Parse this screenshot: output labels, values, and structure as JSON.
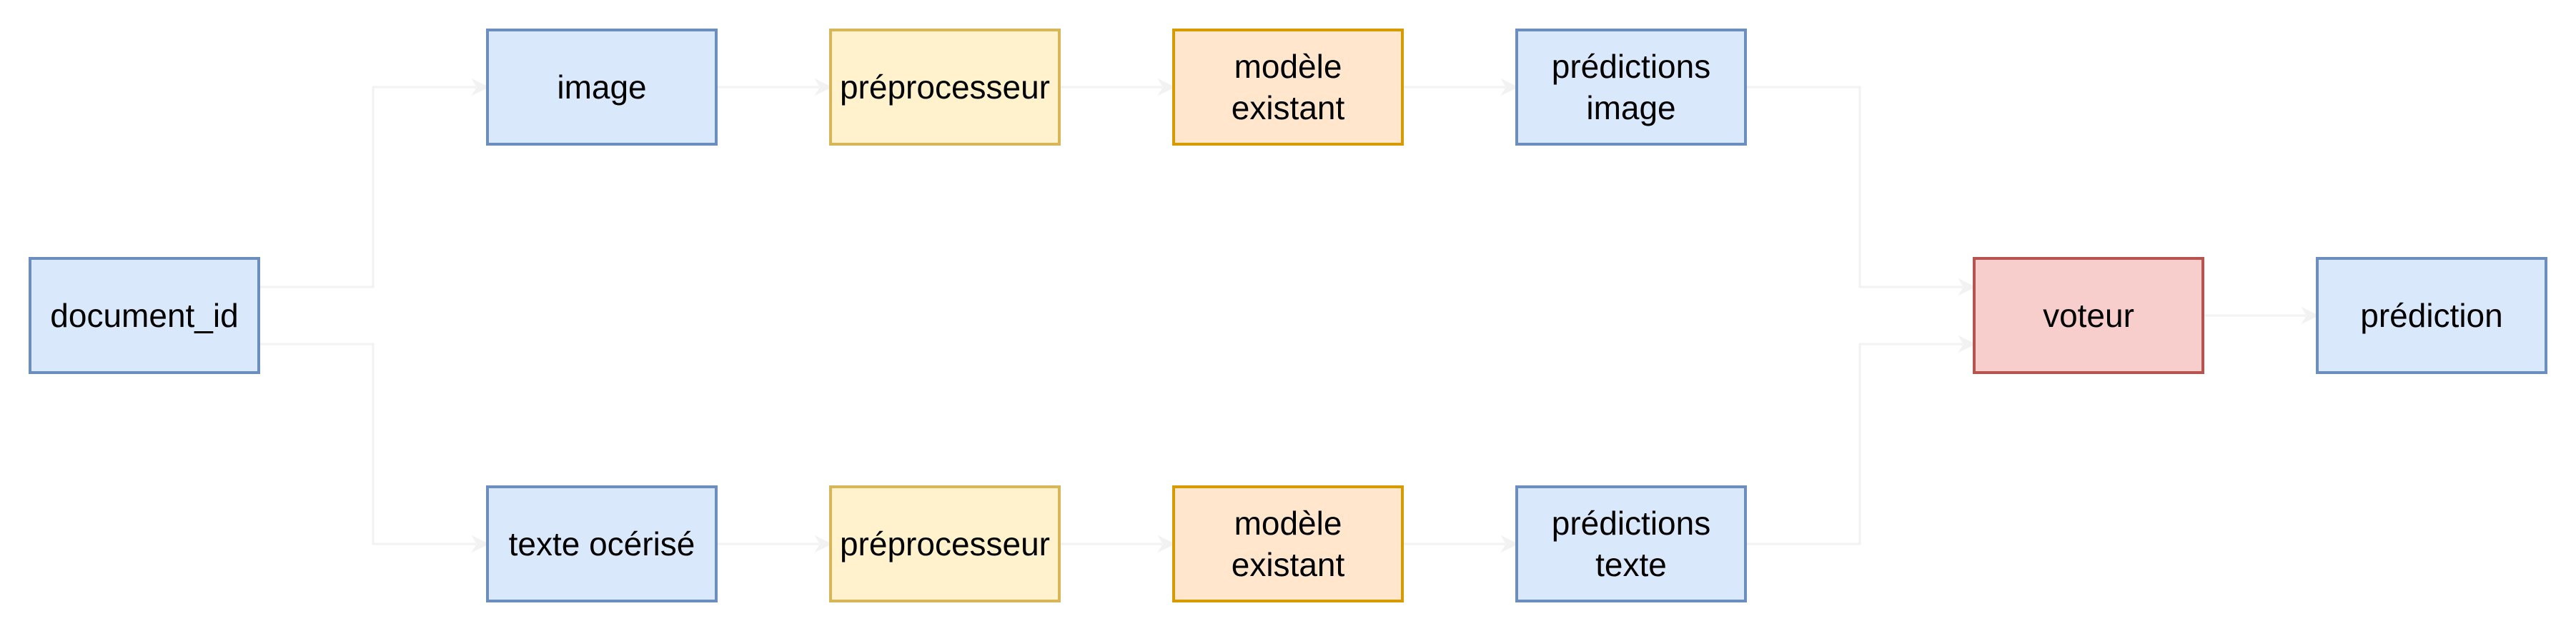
{
  "nodes": [
    {
      "id": "document_id",
      "lines": [
        "document_id"
      ],
      "style": "blue"
    },
    {
      "id": "image",
      "lines": [
        "image"
      ],
      "style": "blue"
    },
    {
      "id": "preproc_img",
      "lines": [
        "préprocesseur"
      ],
      "style": "yellow"
    },
    {
      "id": "model_img",
      "lines": [
        "modèle",
        "existant"
      ],
      "style": "orange"
    },
    {
      "id": "pred_img",
      "lines": [
        "prédictions",
        "image"
      ],
      "style": "blue"
    },
    {
      "id": "texte",
      "lines": [
        "texte océrisé"
      ],
      "style": "blue"
    },
    {
      "id": "preproc_txt",
      "lines": [
        "préprocesseur"
      ],
      "style": "yellow"
    },
    {
      "id": "model_txt",
      "lines": [
        "modèle",
        "existant"
      ],
      "style": "orange"
    },
    {
      "id": "pred_txt",
      "lines": [
        "prédictions",
        "texte"
      ],
      "style": "blue"
    },
    {
      "id": "voteur",
      "lines": [
        "voteur"
      ],
      "style": "red"
    },
    {
      "id": "prediction",
      "lines": [
        "prédiction"
      ],
      "style": "blue"
    }
  ],
  "edges": [
    {
      "from": "document_id",
      "to": "image"
    },
    {
      "from": "image",
      "to": "preproc_img"
    },
    {
      "from": "preproc_img",
      "to": "model_img"
    },
    {
      "from": "model_img",
      "to": "pred_img"
    },
    {
      "from": "pred_img",
      "to": "voteur"
    },
    {
      "from": "document_id",
      "to": "texte"
    },
    {
      "from": "texte",
      "to": "preproc_txt"
    },
    {
      "from": "preproc_txt",
      "to": "model_txt"
    },
    {
      "from": "model_txt",
      "to": "pred_txt"
    },
    {
      "from": "pred_txt",
      "to": "voteur"
    },
    {
      "from": "voteur",
      "to": "prediction"
    }
  ],
  "styles": {
    "blue": {
      "fill": "#dae8fc",
      "stroke": "#6c8ebf"
    },
    "yellow": {
      "fill": "#fff2cc",
      "stroke": "#d6b656"
    },
    "orange": {
      "fill": "#ffe6cc",
      "stroke": "#d79b00"
    },
    "red": {
      "fill": "#f8cecc",
      "stroke": "#b85450"
    }
  },
  "edge_color": "#f2f2f2"
}
